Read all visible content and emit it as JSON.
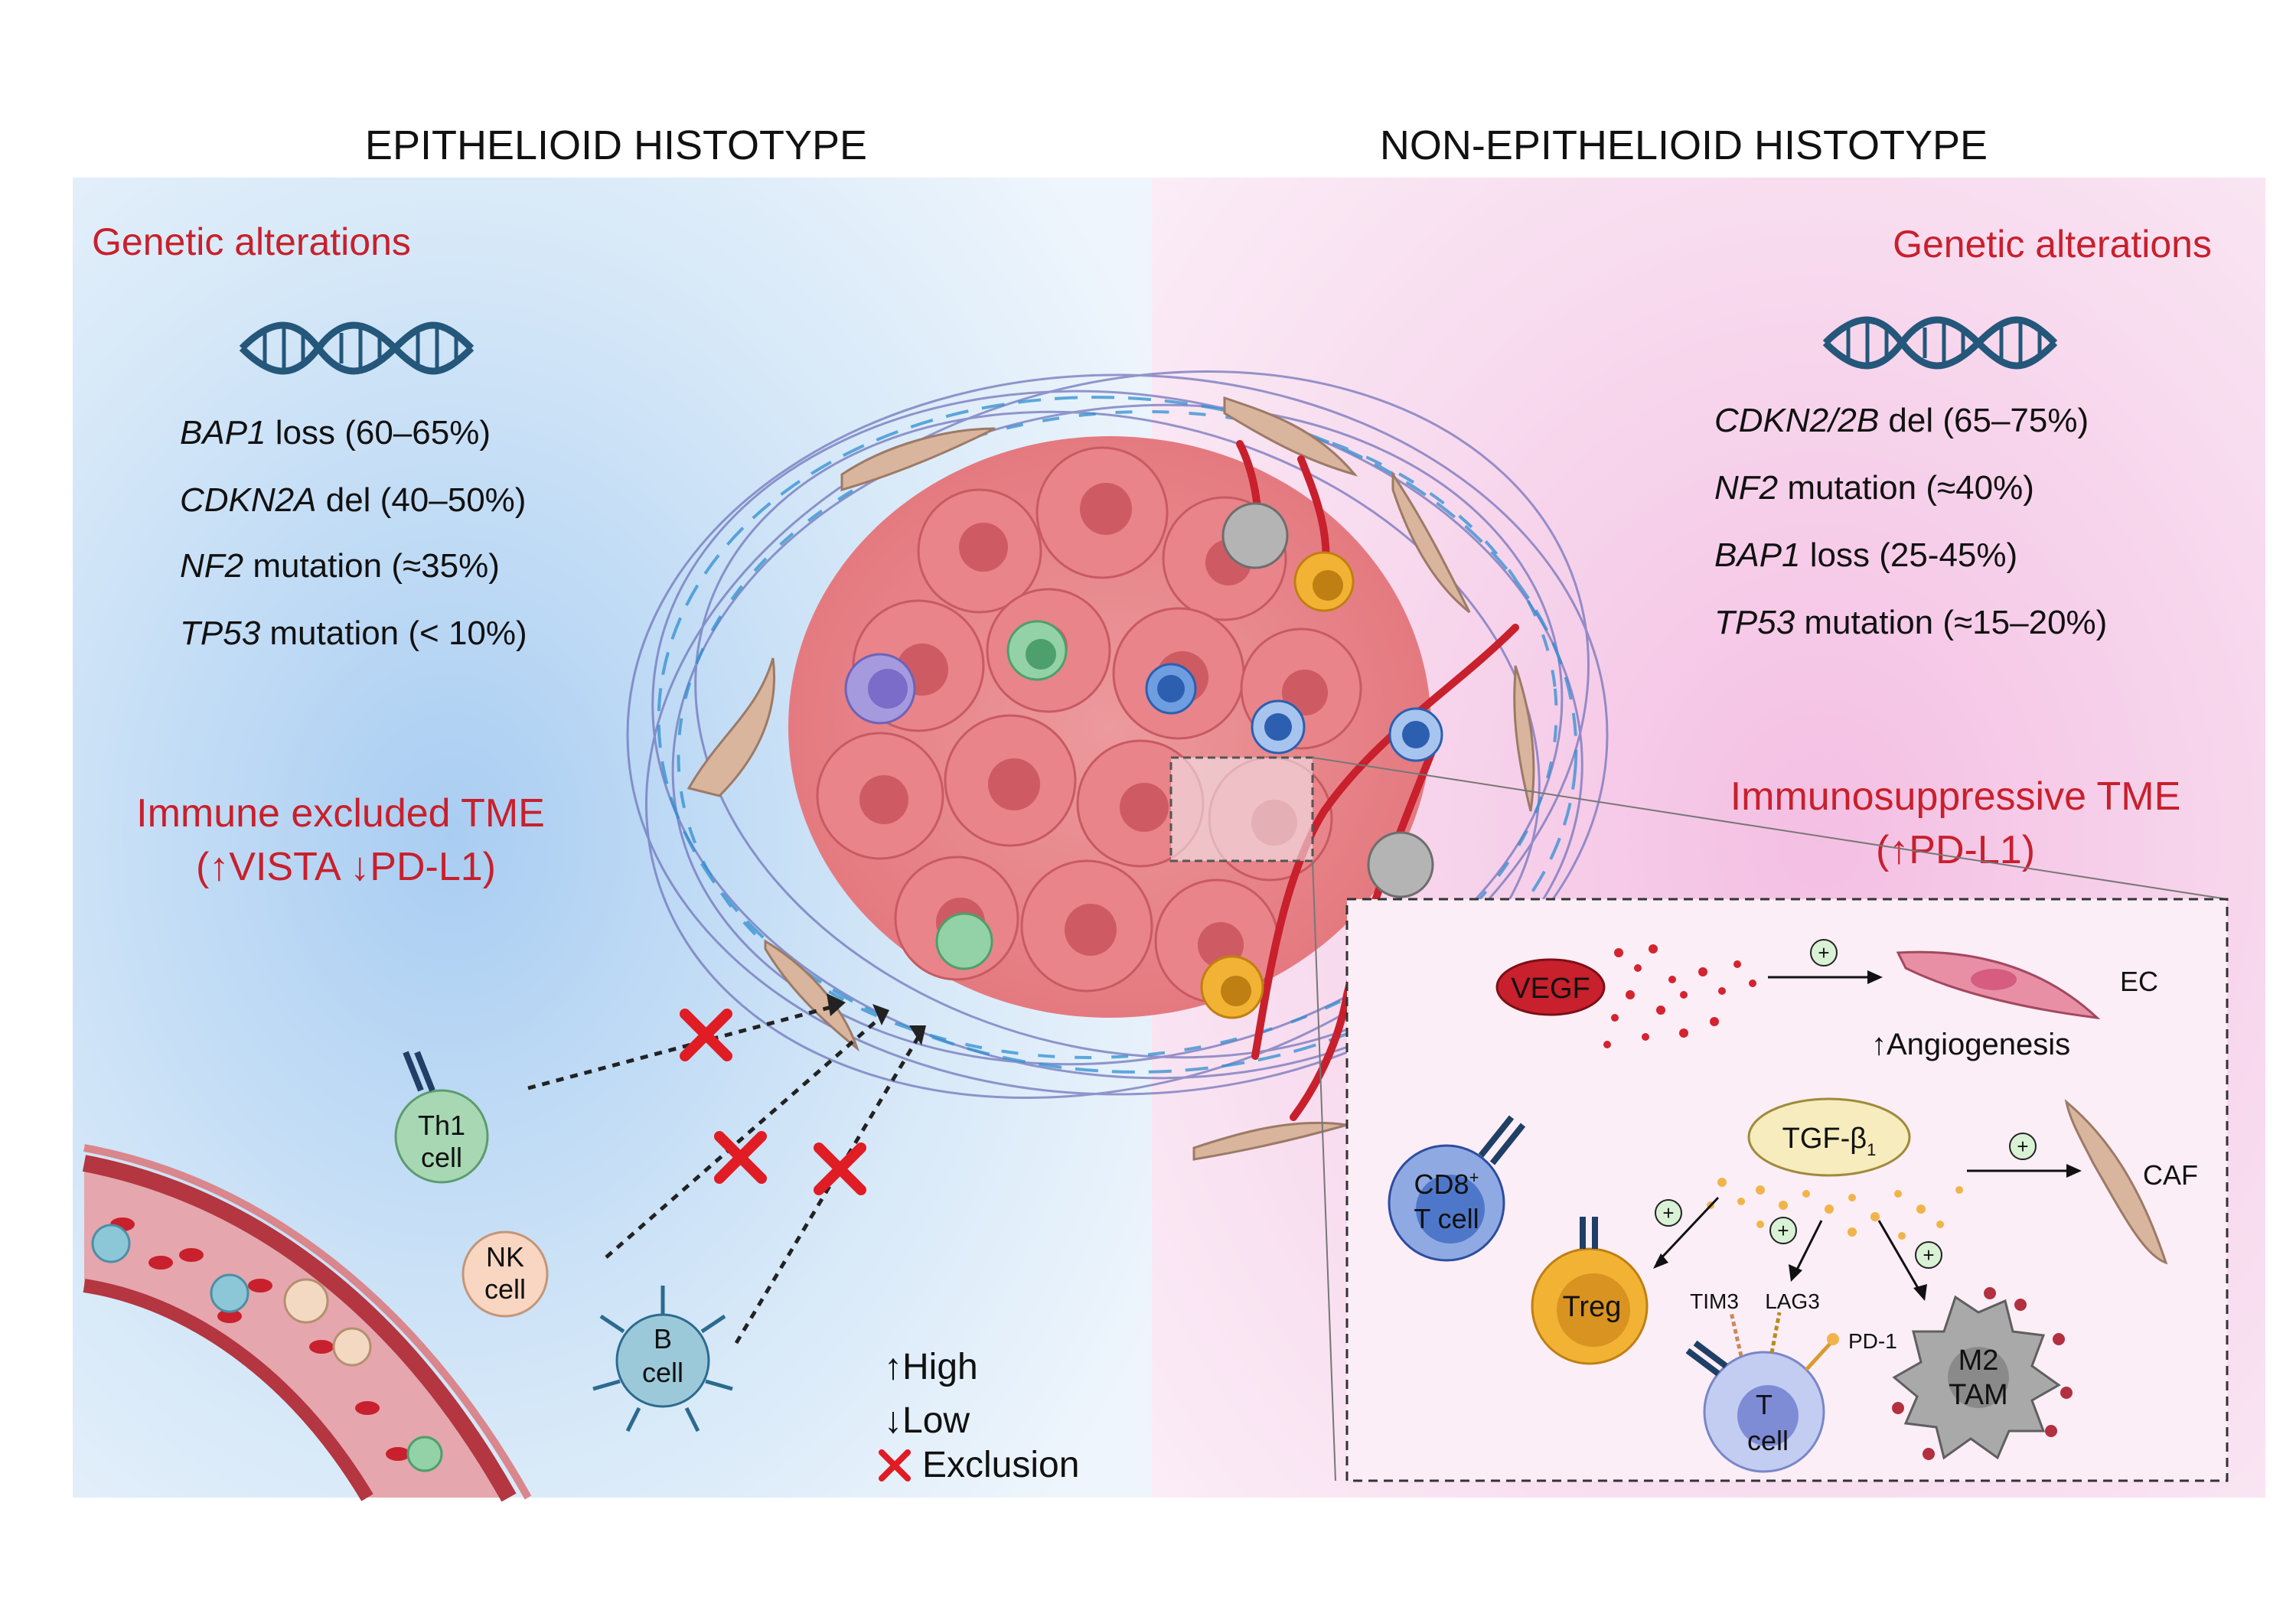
{
  "colors": {
    "left_panel": "#cfe3f6",
    "right_panel": "#f6d2ea",
    "accent_red": "#c8202c",
    "tumor": "#e8868a",
    "dna": "#24577a"
  },
  "left": {
    "title": "EPITHELIOID HISTOTYPE",
    "genetic_heading": "Genetic alterations",
    "alterations": [
      {
        "gene": "BAP1",
        "rest": " loss (60–65%)"
      },
      {
        "gene": "CDKN2A",
        "rest": " del (40–50%)"
      },
      {
        "gene": "NF2",
        "rest": " mutation (≈35%)"
      },
      {
        "gene": "TP53",
        "rest": " mutation (< 10%)"
      }
    ],
    "tme_line1": "Immune excluded TME",
    "tme_line2": "(↑VISTA ↓PD-L1)",
    "cells": {
      "th1_line1": "Th1",
      "th1_line2": "cell",
      "nk_line1": "NK",
      "nk_line2": "cell",
      "b_line1": "B",
      "b_line2": "cell"
    }
  },
  "right": {
    "title": "NON-EPITHELIOID HISTOTYPE",
    "genetic_heading": "Genetic alterations",
    "alterations": [
      {
        "gene": "CDKN2/2B",
        "rest": " del (65–75%)"
      },
      {
        "gene": "NF2",
        "rest": " mutation (≈40%)"
      },
      {
        "gene": "BAP1",
        "rest": " loss (25-45%)"
      },
      {
        "gene": "TP53",
        "rest": " mutation (≈15–20%)"
      }
    ],
    "tme_line1": "Immunosuppressive TME",
    "tme_line2": "(↑PD-L1)"
  },
  "legend": {
    "high": "↑High",
    "low": "↓Low",
    "exclusion": "Exclusion"
  },
  "inset": {
    "vegf": "VEGF",
    "ec": "EC",
    "angiogenesis": "↑Angiogenesis",
    "tgf_main": "TGF-β",
    "tgf_sub": "1",
    "caf": "CAF",
    "cd8_line1": "CD8",
    "cd8_sup": "+",
    "cd8_line2": "T cell",
    "treg": "Treg",
    "tim3": "TIM3",
    "lag3": "LAG3",
    "pd1": "PD-1",
    "tcell_line1": "T",
    "tcell_line2": "cell",
    "m2_line1": "M2",
    "m2_line2": "TAM",
    "plus": "+"
  }
}
